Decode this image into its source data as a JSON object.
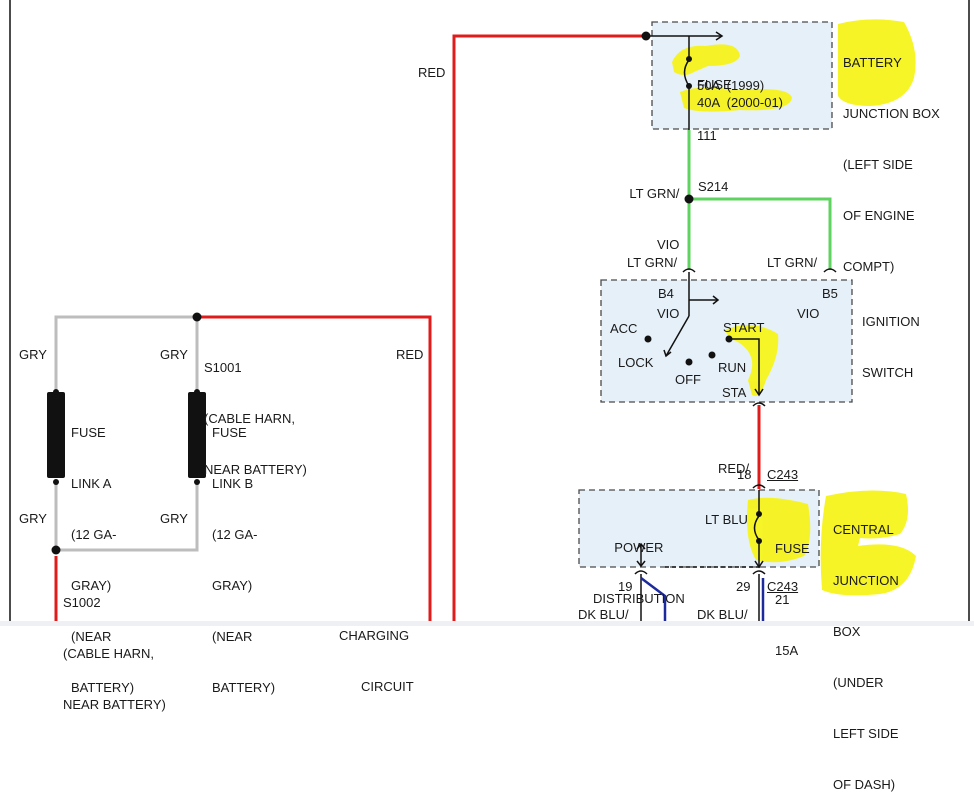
{
  "wire_colors": {
    "red": "#e01b1b",
    "green": "#5fd35f",
    "gray": "#bdbdbd",
    "black": "#111111",
    "box_fill": "#e6f0f8",
    "highlight": "#f6f41c"
  },
  "battery_junction_box": {
    "label": [
      "BATTERY",
      "JUNCTION BOX",
      "(LEFT SIDE",
      "OF ENGINE",
      "COMPT)"
    ],
    "fuse": [
      "FUSE",
      "111"
    ],
    "rating_1999": "50A  (1999)",
    "rating_2000": "40A  (2000-01)"
  },
  "wires": {
    "red_top": "RED",
    "ltgrn_vio_1": [
      "LT GRN/",
      "VIO"
    ],
    "s214": "S214",
    "ltgrn_vio_2": [
      "LT GRN/",
      "VIO"
    ],
    "ltgrn_vio_3": [
      "LT GRN/",
      "VIO"
    ],
    "red_middle": "RED",
    "red_ltblu": [
      "RED/",
      "LT BLU"
    ],
    "dkblu_1": "DK BLU/",
    "dkblu_2": "DK BLU/"
  },
  "ignition_switch": {
    "label": [
      "IGNITION",
      "SWITCH"
    ],
    "b4": "B4",
    "b5": "B5",
    "acc": "ACC",
    "start": "START",
    "lock": "LOCK",
    "off": "OFF",
    "run": "RUN",
    "sta": "STA"
  },
  "fusible_links": {
    "gry_1": "GRY",
    "gry_2": "GRY",
    "gry_3": "GRY",
    "gry_4": "GRY",
    "s1001": [
      "S1001",
      "(CABLE HARN,",
      "NEAR BATTERY)"
    ],
    "link_a": [
      "FUSE",
      "LINK A",
      "(12 GA-",
      "GRAY)",
      "(NEAR",
      "BATTERY)"
    ],
    "link_b": [
      "FUSE",
      "LINK B",
      "(12 GA-",
      "GRAY)",
      "(NEAR",
      "BATTERY)"
    ],
    "s1002": [
      "S1002",
      "(CABLE HARN,",
      "NEAR BATTERY)"
    ]
  },
  "central_junction_box": {
    "label": [
      "CENTRAL",
      "JUNCTION",
      "BOX",
      "(UNDER",
      "LEFT SIDE",
      "OF DASH)"
    ],
    "power_distribution": [
      "POWER",
      "DISTRIBUTION"
    ],
    "fuse": [
      "FUSE",
      "21",
      "15A"
    ],
    "pin18": "18",
    "pin19": "19",
    "pin29": "29",
    "c243_top": "C243",
    "c243_bottom": "C243"
  },
  "charging_circuit": [
    "CHARGING",
    "CIRCUIT"
  ]
}
